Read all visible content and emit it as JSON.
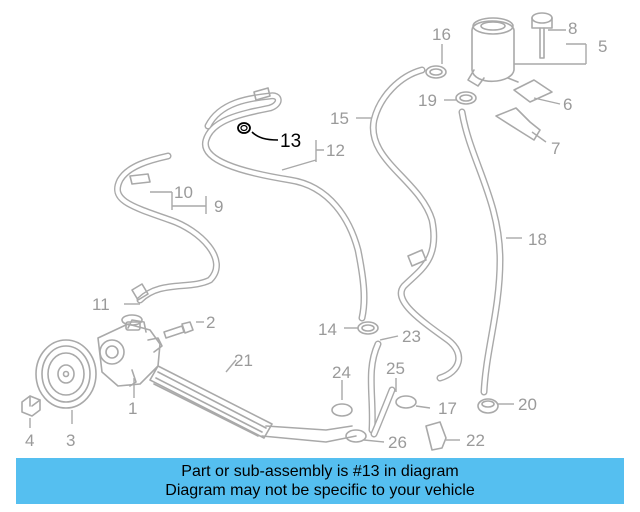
{
  "diagram": {
    "highlighted_part": "13",
    "callouts": {
      "c1": "1",
      "c2": "2",
      "c3": "3",
      "c4": "4",
      "c5": "5",
      "c6": "6",
      "c7": "7",
      "c8": "8",
      "c9": "9",
      "c10": "10",
      "c11": "11",
      "c12": "12",
      "c13": "13",
      "c14": "14",
      "c15": "15",
      "c16": "16",
      "c17": "17",
      "c18": "18",
      "c19": "19",
      "c20": "20",
      "c21": "21",
      "c22": "22",
      "c23": "23",
      "c24": "24",
      "c25": "25",
      "c26": "26"
    },
    "colors": {
      "line": "#a9a9a9",
      "highlight": "#000000",
      "banner": "#55bff0"
    }
  },
  "banner": {
    "line1": "Part or sub-assembly is #13 in diagram",
    "line2": "Diagram may not be specific to your vehicle"
  }
}
